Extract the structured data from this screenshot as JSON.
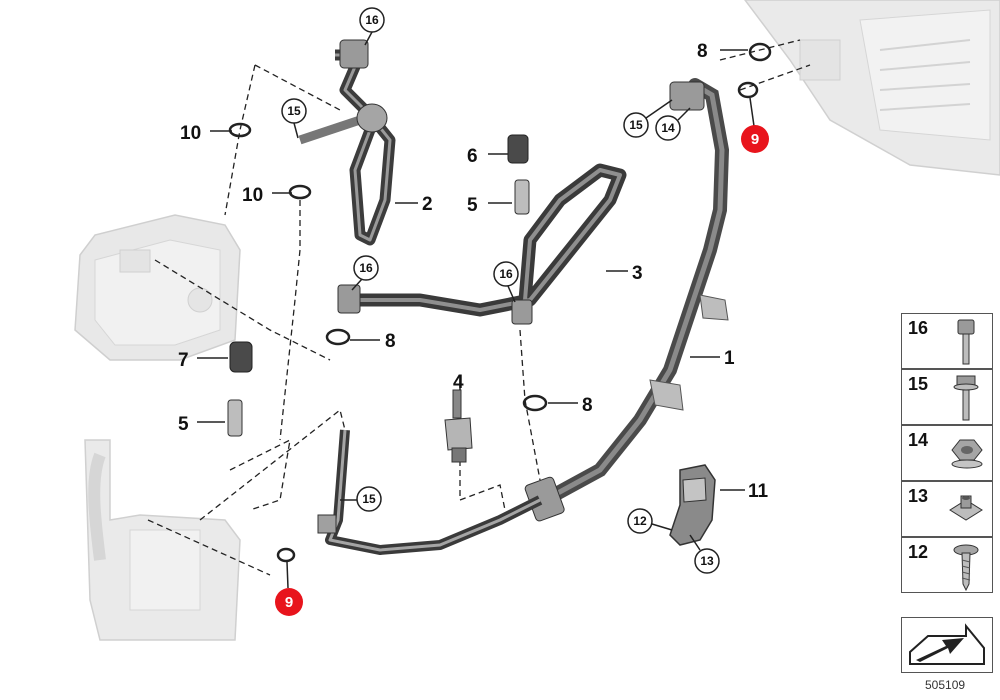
{
  "callouts": {
    "c1": "1",
    "c2": "2",
    "c3": "3",
    "c4": "4",
    "c5a": "5",
    "c5b": "5",
    "c6": "6",
    "c7": "7",
    "c8a": "8",
    "c8b": "8",
    "c8c": "8",
    "c9a": "9",
    "c9b": "9",
    "c10a": "10",
    "c10b": "10",
    "c11": "11",
    "c12": "12",
    "c13": "13",
    "c14": "14",
    "c15a": "15",
    "c15b": "15",
    "c15c": "15",
    "c16a": "16",
    "c16b": "16",
    "c16c": "16"
  },
  "legend": [
    {
      "number": "16",
      "icon": "bolt-hex-socket-icon"
    },
    {
      "number": "15",
      "icon": "bolt-flange-icon"
    },
    {
      "number": "14",
      "icon": "hex-nut-icon"
    },
    {
      "number": "13",
      "icon": "clip-nut-icon"
    },
    {
      "number": "12",
      "icon": "screw-washer-icon"
    },
    {
      "number": "",
      "icon": "direction-arrow-icon"
    }
  ],
  "diagram_id": "505109",
  "colors": {
    "highlight": "#e8141c",
    "pipe": "#5c5c5c",
    "component": "#c8c8c8"
  }
}
